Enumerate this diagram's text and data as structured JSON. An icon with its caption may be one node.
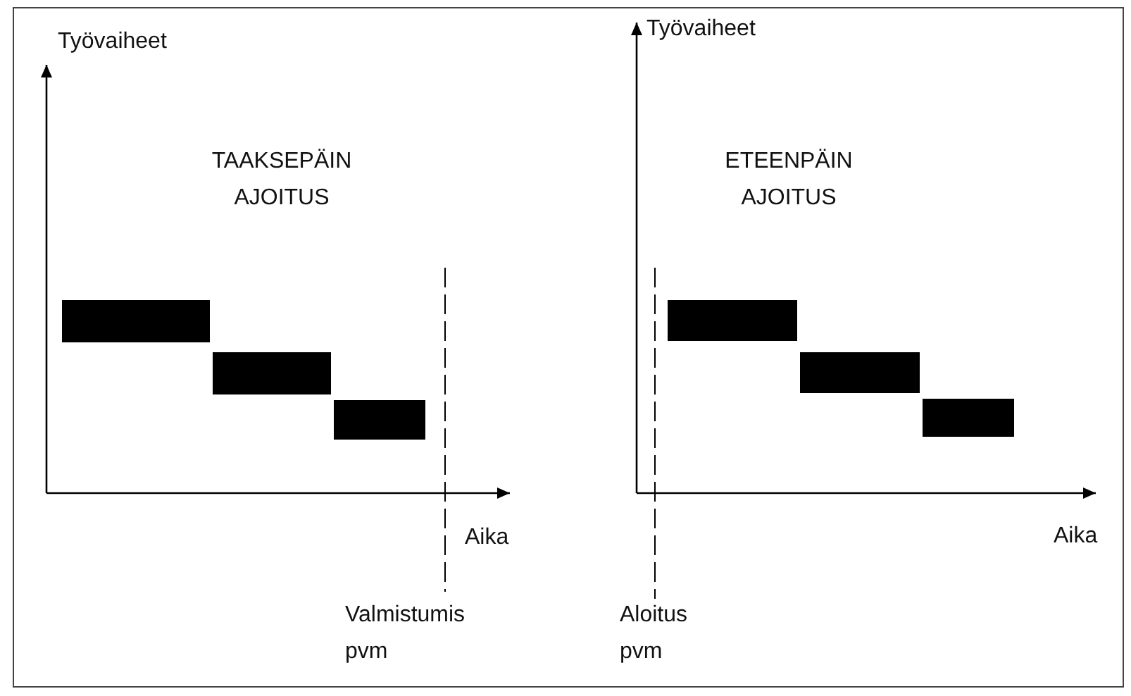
{
  "diagram": {
    "nodes": [
      {
        "text": [],
        "shape": "bar"
      },
      {
        "text": [],
        "shape": "bar"
      },
      {
        "text": [],
        "shape": "bar"
      },
      {
        "text": [],
        "shape": "bar"
      },
      {
        "text": [],
        "shape": "bar"
      },
      {
        "text": [],
        "shape": "bar"
      }
    ],
    "edges": [],
    "labels": [
      "Työvaiheet",
      "TAAKSEPÄIN AJOITUS",
      "Aika",
      "Valmistumis pvm",
      "Työvaiheet",
      "ETEENPÄIN AJOITUS",
      "Aika",
      "Aloitus pvm"
    ]
  }
}
